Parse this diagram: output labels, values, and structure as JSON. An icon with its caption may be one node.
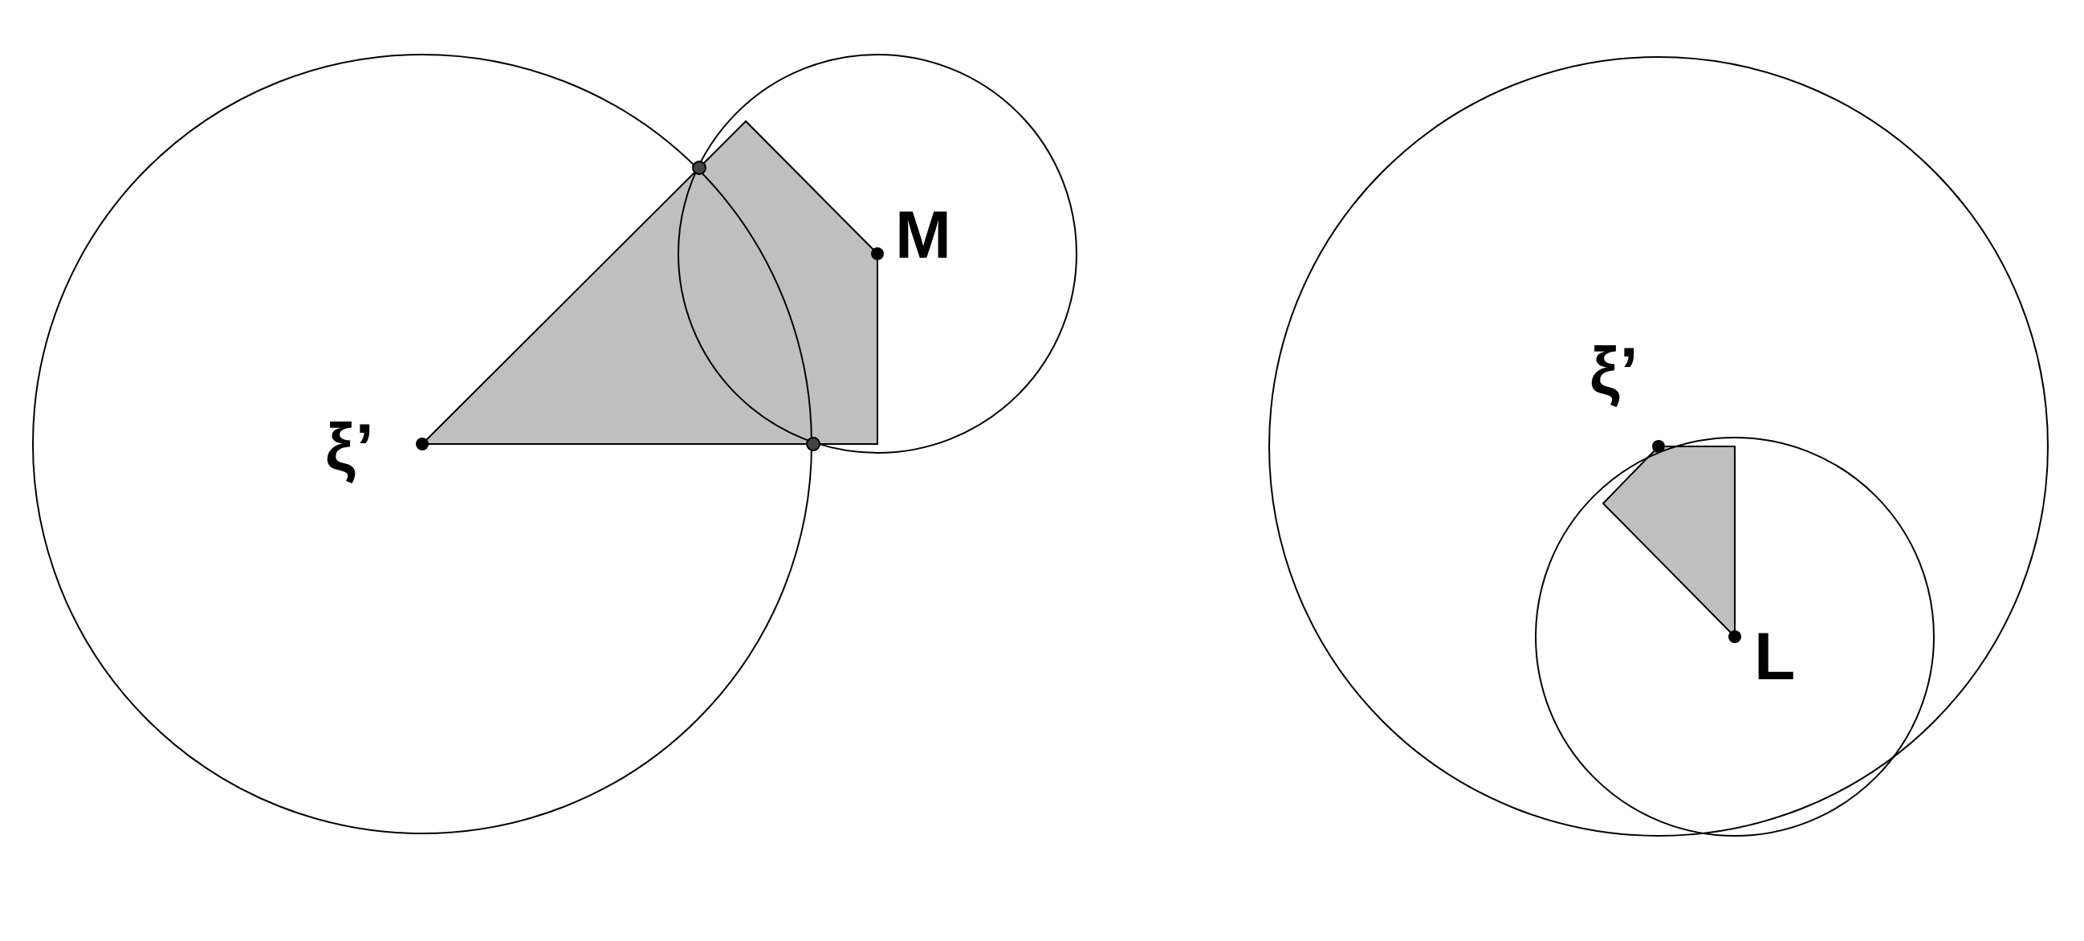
{
  "diagram": {
    "labels": [
      "ξ’",
      "M",
      "ξ’",
      "L"
    ]
  }
}
